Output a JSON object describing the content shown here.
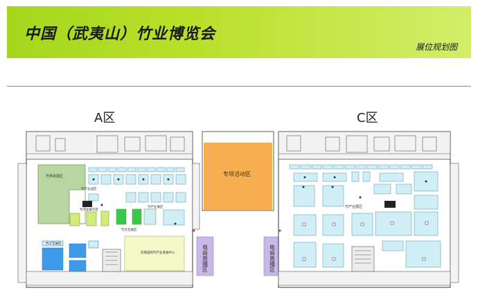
{
  "header": {
    "title": "中国（武夷山）竹业博览会",
    "subtitle": "展位规划图"
  },
  "zones": {
    "a_label": "A区",
    "c_label": "C区"
  },
  "halls": {
    "special_event": "专项活动区",
    "live_stream_a": "电商直播区",
    "live_stream_c": "电商直播区"
  },
  "areas_a": {
    "bamboo_forest": "竹林资源区",
    "bamboo_industry_park": "竹产业园区",
    "bamboo_industry": "竹产业展区",
    "bamboo_product": "竹产品展示区",
    "bamboo_culture": "竹文化展区",
    "bamboo_craft": "竹工艺展区",
    "research_center": "武夷国际竹产业发展中心"
  },
  "areas_c": {
    "bamboo_industry": "竹产业展区"
  },
  "colors": {
    "banner": "#b2dc27",
    "hall_orange": "#f6ae4f",
    "live_purple": "#c8b8ea",
    "booth_light_blue": "#cfeef6",
    "booth_blue": "#3d9be9",
    "bamboo_green": "#b7d6a1",
    "lime": "#d2ec7a",
    "green": "#39c94a",
    "pale_yellow": "#f4f8c7"
  }
}
